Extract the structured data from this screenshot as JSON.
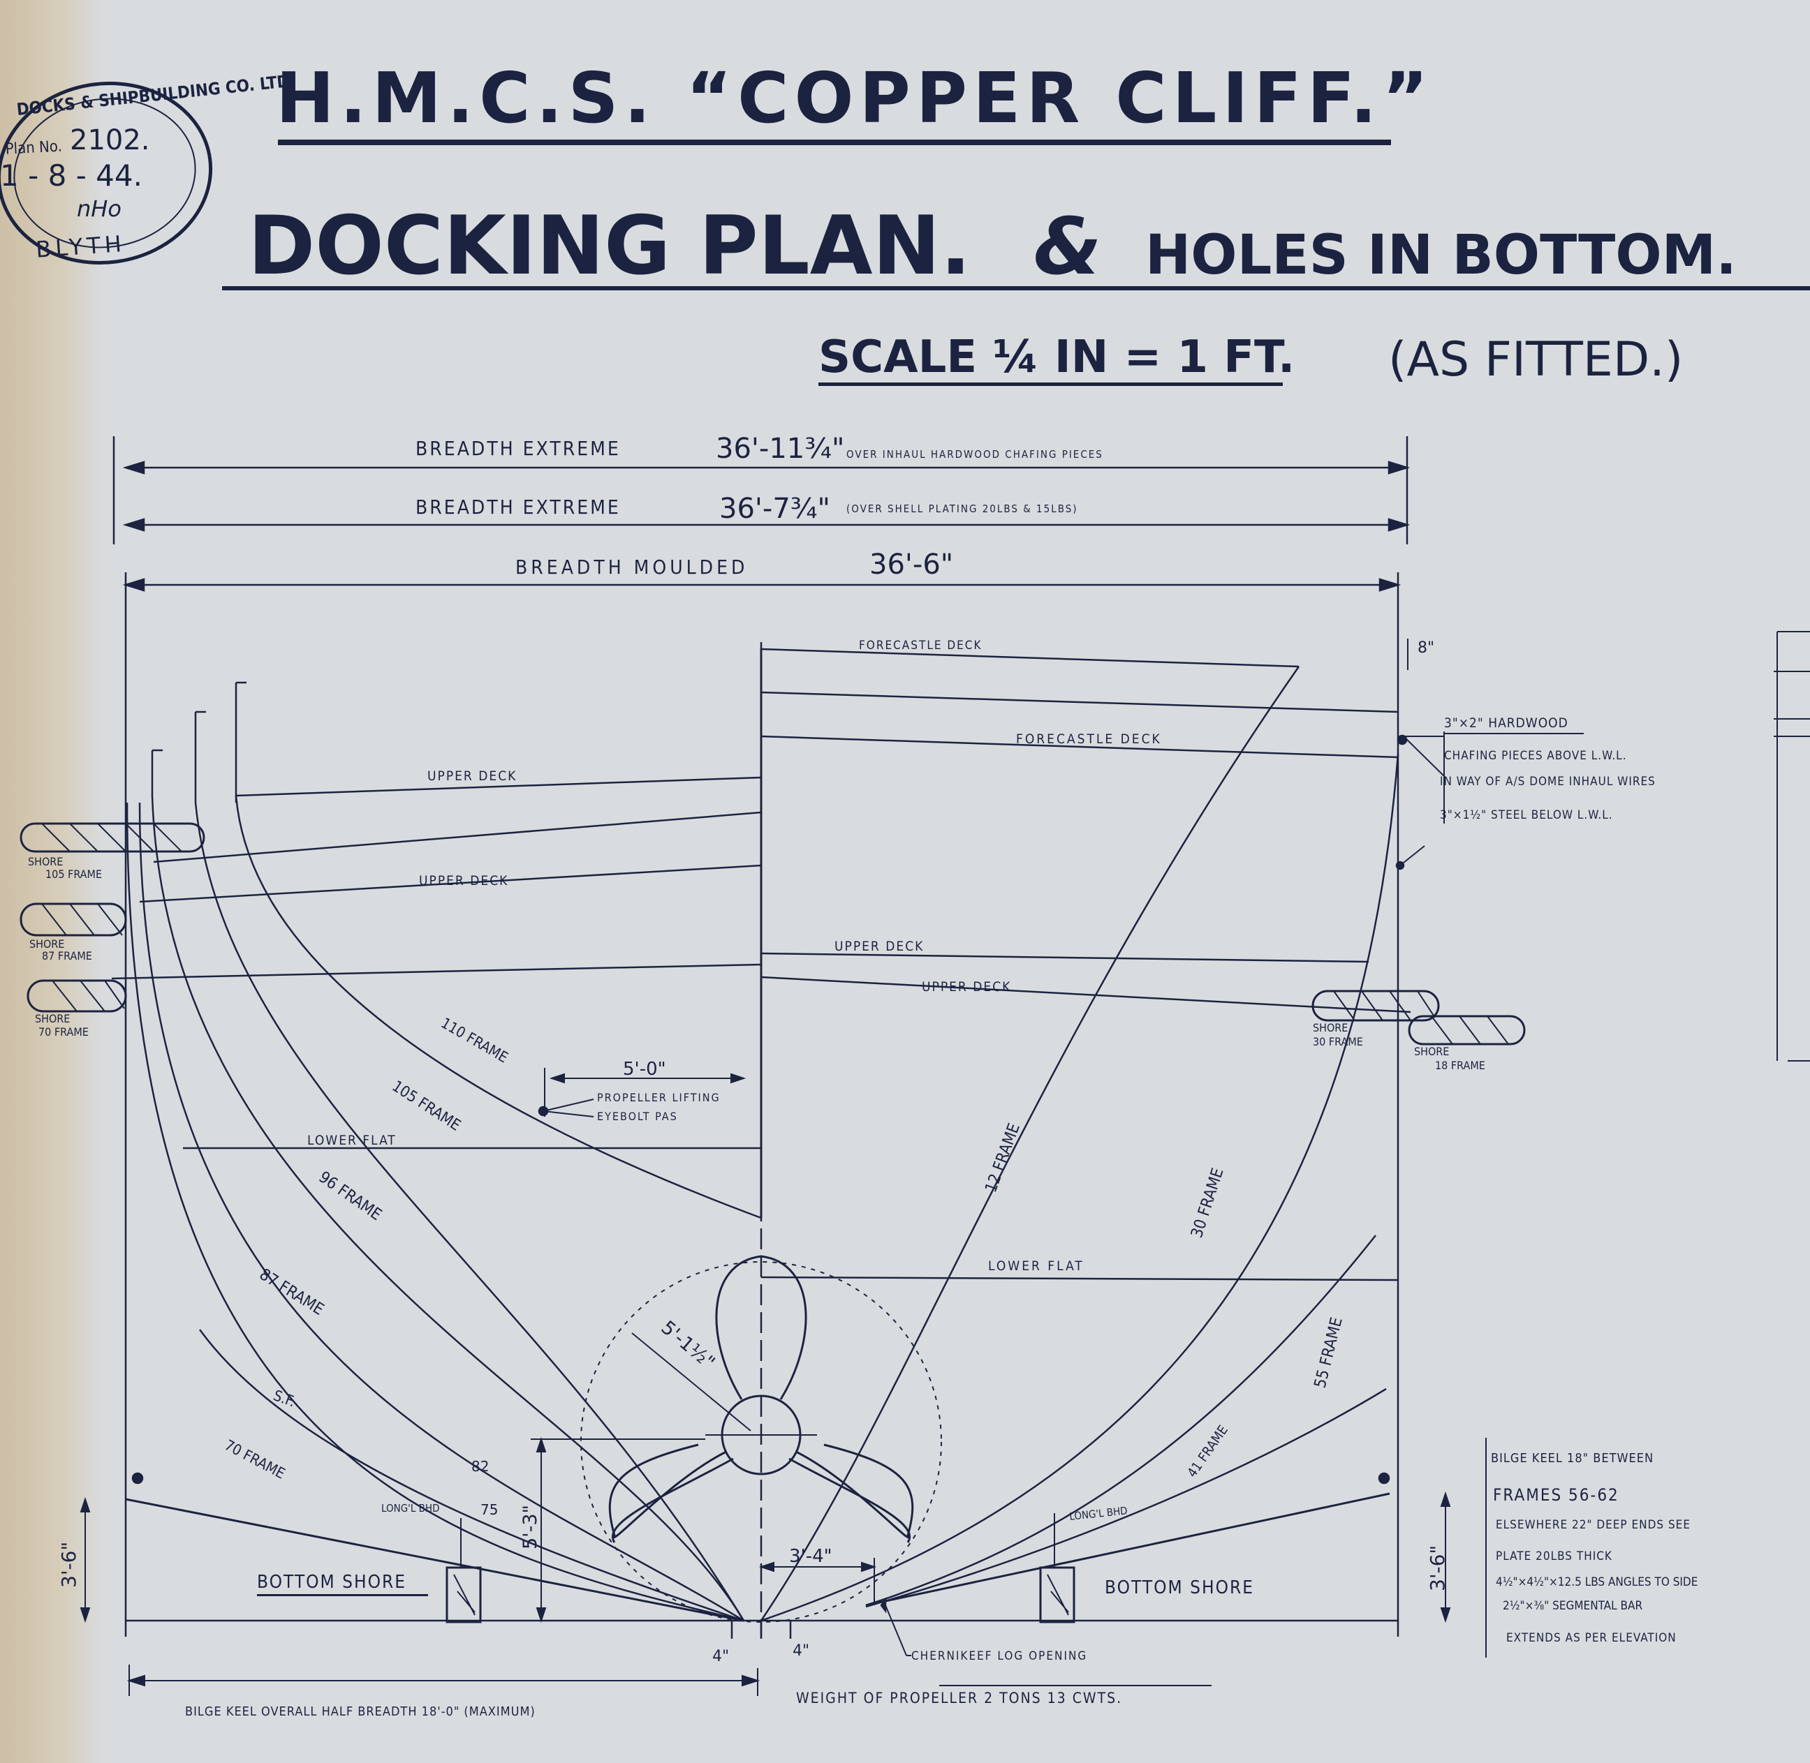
{
  "stamp": {
    "company": "DOCKS & SHIPBUILDING CO. LTD",
    "plan_label": "Plan No.",
    "plan_no": "2102.",
    "date": "1 - 8 - 44.",
    "place": "BLYTH"
  },
  "title": {
    "ship": "H.M.C.S. “COPPER CLIFF.”",
    "main": "DOCKING PLAN.",
    "amp": "&",
    "sub": "HOLES IN BOTTOM.",
    "scale": "SCALE ¼ IN = 1 FT.",
    "status": "(AS FITTED.)"
  },
  "breadths": [
    {
      "label": "BREADTH EXTREME",
      "value": "36'-11¾\"",
      "note": "OVER INHAUL HARDWOOD CHAFING PIECES"
    },
    {
      "label": "BREADTH EXTREME",
      "value": "36'-7¾\"",
      "note": "(OVER SHELL PLATING 20LBS & 15LBS)"
    },
    {
      "label": "BREADTH MOULDED",
      "value": "36'-6\"",
      "note": ""
    }
  ],
  "decks": {
    "forecastle_upper": "FORECASTLE DECK",
    "forecastle_lower": "FORECASTLE DECK",
    "upper_left_1": "UPPER DECK",
    "upper_left_2": "UPPER DECK",
    "upper_right_1": "UPPER DECK",
    "upper_right_2": "UPPER DECK",
    "lower_flat_left": "LOWER FLAT",
    "lower_flat_right": "LOWER FLAT"
  },
  "frames": {
    "f110": "110 FRAME",
    "f105": "105 FRAME",
    "f96": "96 FRAME",
    "f87": "87 FRAME",
    "f70": "70 FRAME",
    "f12": "12 FRAME",
    "f30": "30 FRAME",
    "f55": "55 FRAME",
    "f41": "41 FRAME",
    "sf": "S.F."
  },
  "shores": {
    "s105": [
      "SHORE",
      "105 FRAME"
    ],
    "s87": [
      "SHORE",
      "87 FRAME"
    ],
    "s70": [
      "SHORE",
      "70 FRAME"
    ],
    "s30": [
      "SHORE",
      "30 FRAME"
    ],
    "s18": [
      "SHORE",
      "18 FRAME"
    ],
    "bottom_left": "BOTTOM SHORE",
    "bottom_right": "BOTTOM SHORE"
  },
  "notes_right": [
    "3\"×2\" HARDWOOD",
    "CHAFING PIECES ABOVE L.W.L.",
    "IN WAY OF A/S DOME INHAUL WIRES",
    "3\"×1½\" STEEL BELOW L.W.L."
  ],
  "bilge_keel_notes": [
    "BILGE KEEL 18\" BETWEEN",
    "FRAMES 56-62",
    "ELSEWHERE 22\" DEEP ENDS SEE",
    "PLATE 20LBS THICK",
    "4½\"×4½\"×12.5 LBS ANGLES TO SIDE",
    "2½\"×⅜\" SEGMENTAL BAR",
    "EXTENDS AS PER ELEVATION"
  ],
  "dims": {
    "top_offset": "8\"",
    "propeller_gap": "5'-0\"",
    "propeller_radius": "5'-1½\"",
    "hub_height": "5'-3\"",
    "hub_offset": "3'-4\"",
    "keel_left": "3'-6\"",
    "keel_right": "3'-6\"",
    "keel_half_left": "4\"",
    "keel_half_right": "4\"",
    "long_bhd_left": "LONG'L BHD",
    "long_bhd_right": "LONG'L BHD",
    "num_82": "82",
    "num_75": "75"
  },
  "annotations": {
    "propeller_lifting": "PROPELLER LIFTING",
    "eyebolt": "EYEBOLT PAS",
    "chernikeef": "CHERNIKEEF LOG OPENING",
    "weight_propeller": "WEIGHT OF PROPELLER 2 TONS 13 CWTS.",
    "bilge_keel_overall": "BILGE KEEL OVERALL HALF BREADTH 18'-0\" (MAXIMUM)"
  },
  "colors": {
    "ink": "#1c2340",
    "paper": "#d9dcdf",
    "paper_edge": "#cdbfa6"
  }
}
